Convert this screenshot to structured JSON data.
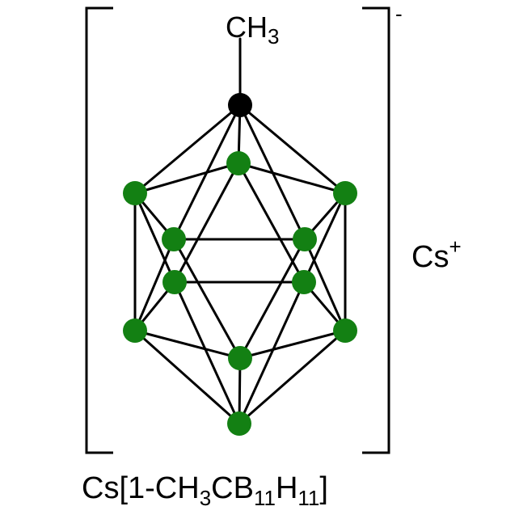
{
  "labels": {
    "methyl_main": "CH",
    "methyl_sub": "3",
    "charge_minus": "-",
    "counterion_main": "Cs",
    "counterion_sup": "+",
    "formula": {
      "p1": "Cs[1-CH",
      "s1": "3",
      "p2": "CB",
      "s2": "11",
      "p3": "H",
      "s3": "11",
      "p4": "]"
    }
  },
  "colors": {
    "carbon": "#000000",
    "boron": "#138013",
    "bond": "#000000",
    "background": "#ffffff"
  },
  "atoms": [
    {
      "id": "C1",
      "element": "carbon"
    },
    {
      "id": "B_top_back",
      "element": "boron"
    },
    {
      "id": "B_upper_left",
      "element": "boron"
    },
    {
      "id": "B_upper_right",
      "element": "boron"
    },
    {
      "id": "B_mid_left_front",
      "element": "boron"
    },
    {
      "id": "B_mid_right_front",
      "element": "boron"
    },
    {
      "id": "B_mid_left_back",
      "element": "boron"
    },
    {
      "id": "B_mid_right_back",
      "element": "boron"
    },
    {
      "id": "B_lower_left",
      "element": "boron"
    },
    {
      "id": "B_lower_right",
      "element": "boron"
    },
    {
      "id": "B_lower_front",
      "element": "boron"
    },
    {
      "id": "B_bottom",
      "element": "boron"
    }
  ]
}
